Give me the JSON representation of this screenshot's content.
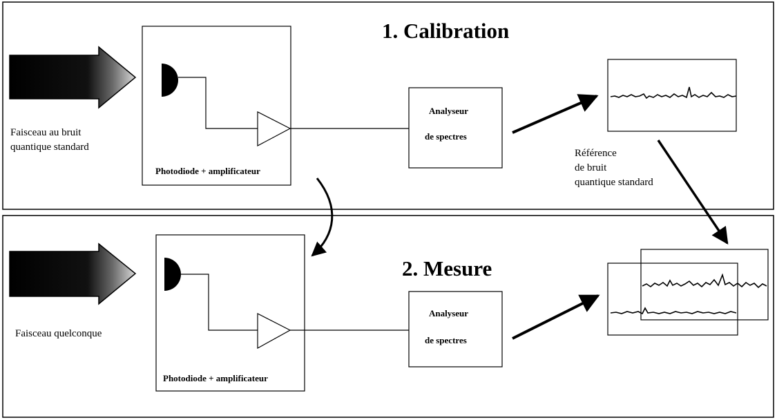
{
  "calibration": {
    "title": "1. Calibration",
    "input_beam_label": [
      "Faisceau au bruit",
      "quantique standard"
    ],
    "detector_label": "Photodiode + amplificateur",
    "analyzer_label": [
      "Analyseur",
      "de spectres"
    ],
    "reference_label": [
      "Référence",
      "de bruit",
      "quantique standard"
    ]
  },
  "measure": {
    "title": "2. Mesure",
    "input_beam_label": [
      "Faisceau quelconque"
    ],
    "detector_label": "Photodiode + amplificateur",
    "analyzer_label": [
      "Analyseur",
      "de spectres"
    ]
  },
  "colors": {
    "ink": "#000000",
    "background": "#ffffff",
    "beam_fade": "#d8d8d8"
  },
  "icons": {
    "beam": "thick-arrow-icon",
    "photodiode": "photodiode-icon",
    "amplifier": "amplifier-triangle-icon",
    "spectrum": "noise-trace-icon"
  }
}
